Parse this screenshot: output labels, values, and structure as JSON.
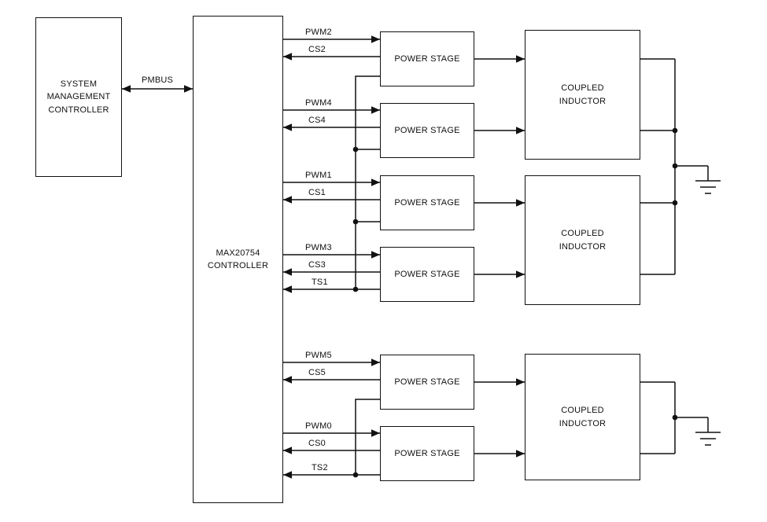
{
  "blocks": {
    "system_management_controller": "SYSTEM\nMANAGEMENT\nCONTROLLER",
    "max20754_controller": "MAX20754\nCONTROLLER",
    "power_stage": "POWER STAGE",
    "coupled_inductor": "COUPLED\nINDUCTOR"
  },
  "signals": {
    "pmbus": "PMBUS",
    "pwm2": "PWM2",
    "cs2": "CS2",
    "pwm4": "PWM4",
    "cs4": "CS4",
    "pwm1": "PWM1",
    "cs1": "CS1",
    "pwm3": "PWM3",
    "cs3": "CS3",
    "ts1": "TS1",
    "pwm5": "PWM5",
    "cs5": "CS5",
    "pwm0": "PWM0",
    "cs0": "CS0",
    "ts2": "TS2"
  },
  "colors": {
    "line": "#111111",
    "background": "#ffffff"
  }
}
